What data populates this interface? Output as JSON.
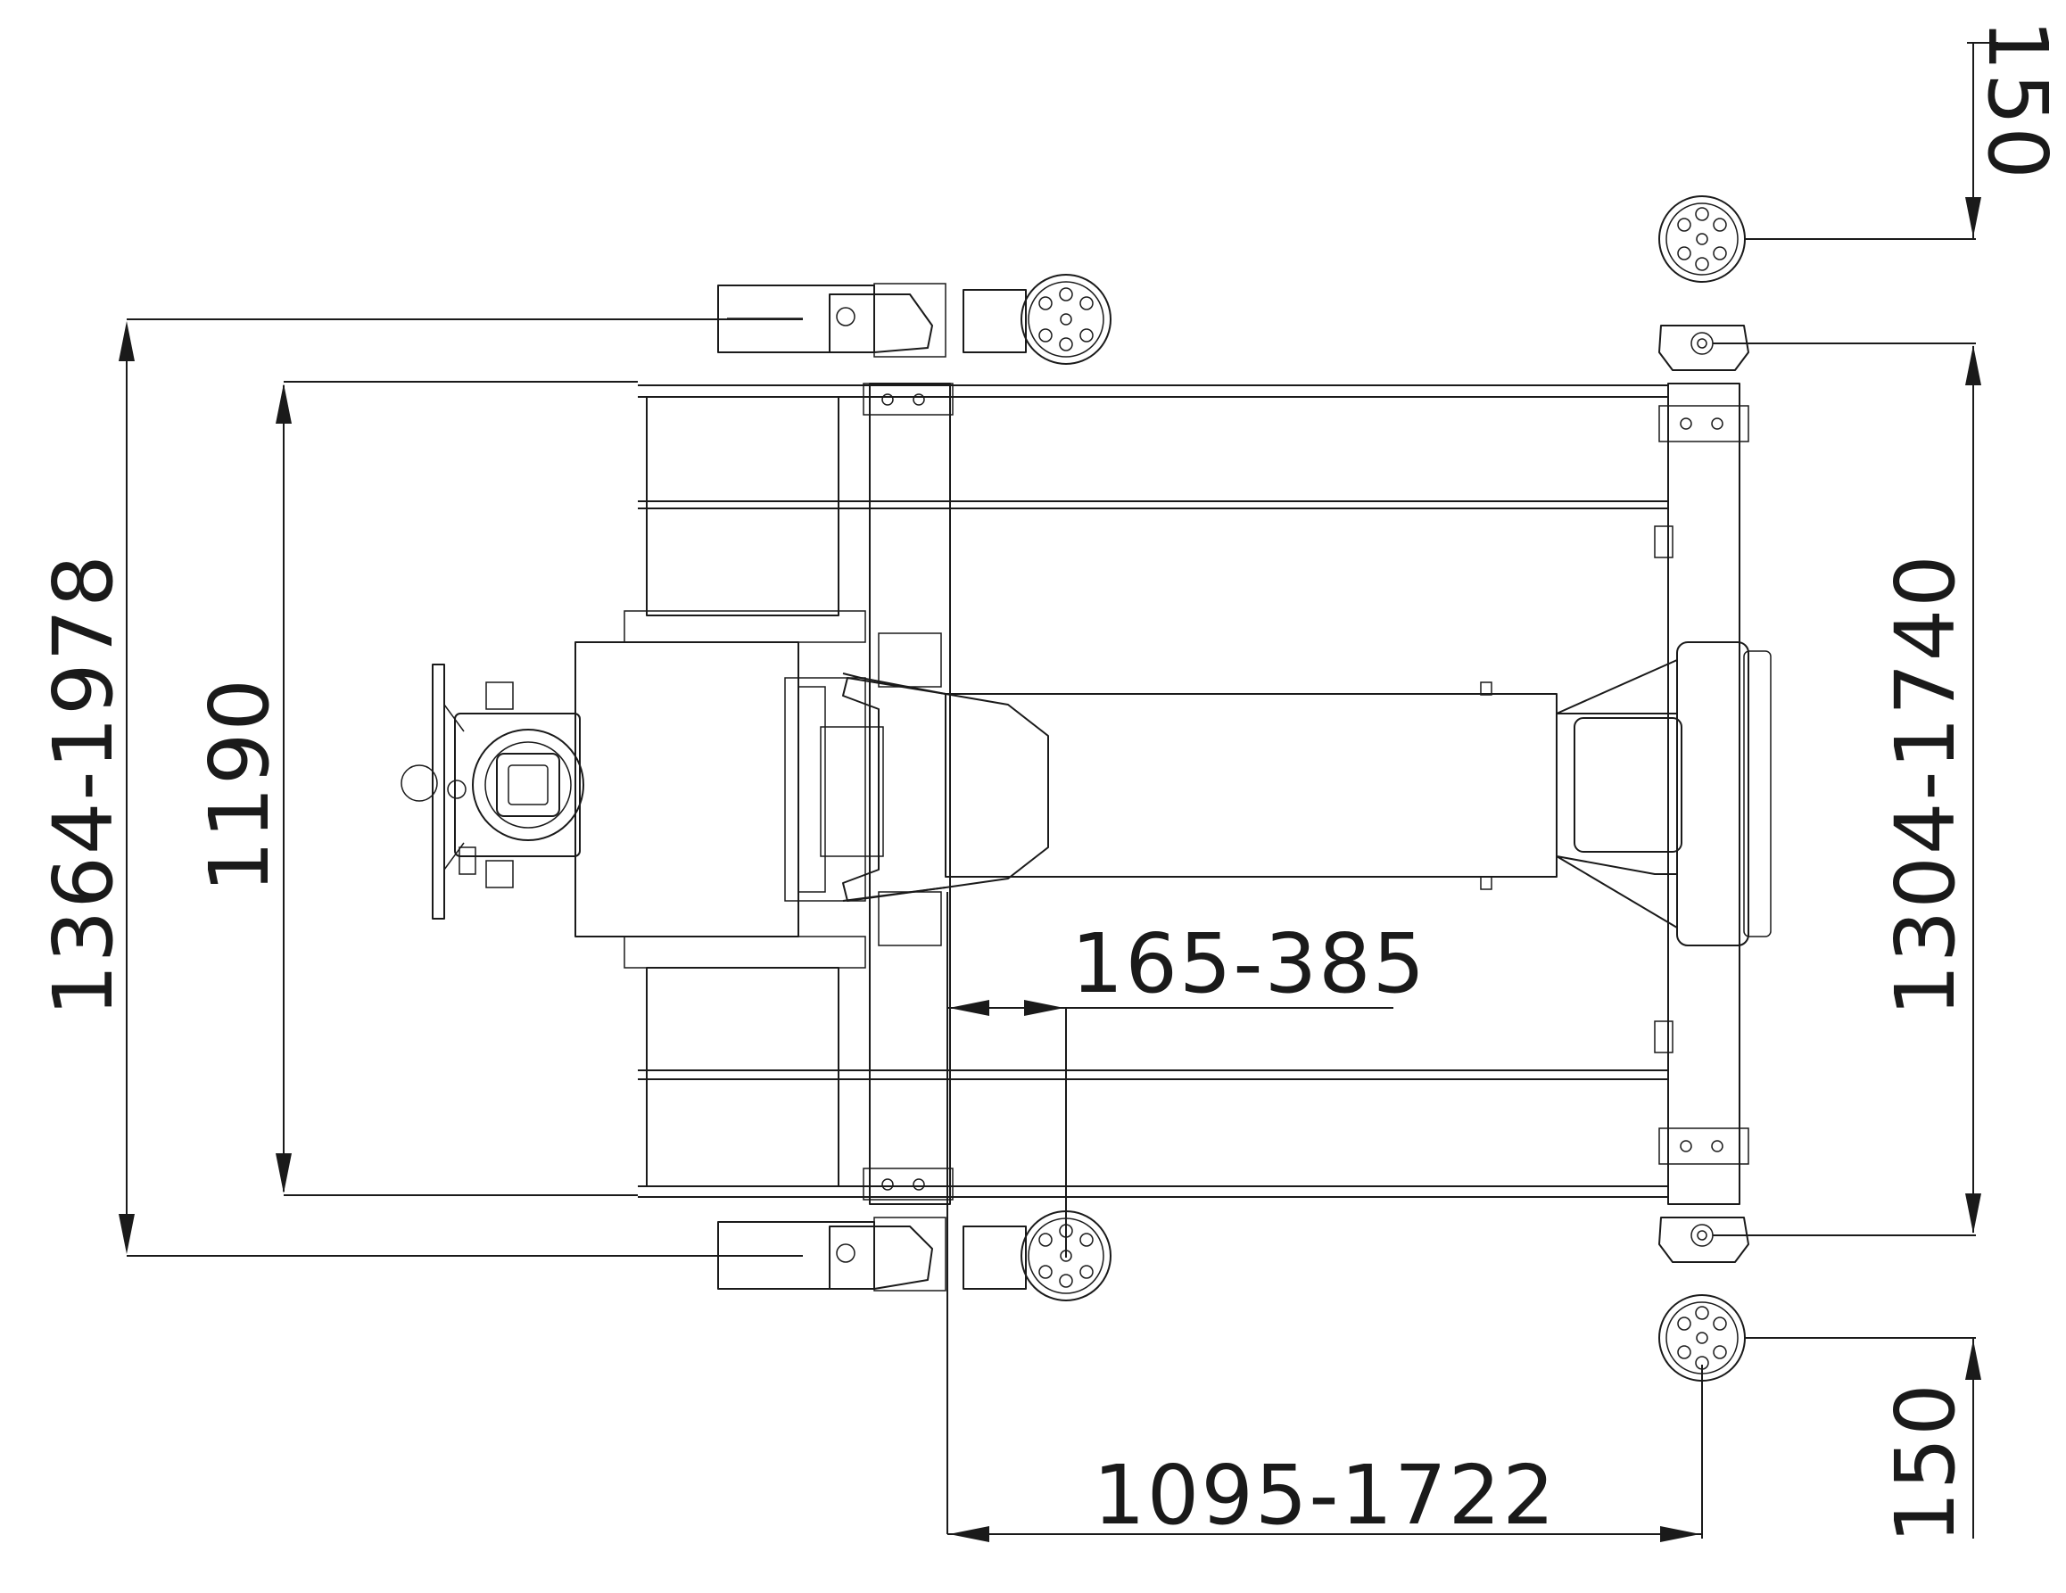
{
  "drawing": {
    "dimensions": {
      "lift_width_range": "1364-1978",
      "inner_width": "1190",
      "arm_offset_range": "165-385",
      "wheelbase_range": "1095-1722",
      "rear_width_range": "1304-1740",
      "top_offset": "150",
      "bottom_offset": "150"
    }
  }
}
